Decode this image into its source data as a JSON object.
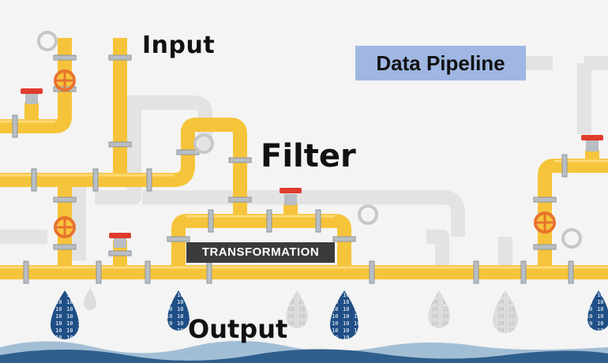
{
  "labels": {
    "title": "Data Pipeline",
    "input": "Input",
    "filter": "Filter",
    "transformation": "TRANSFORMATION",
    "output": "Output"
  },
  "colors": {
    "pipe": "#f6c43a",
    "pipe_shade": "#d99f1f",
    "ghost_pipe": "#e2e2e2",
    "flange": "#b8bec4",
    "valve": "#e8732c",
    "drop": "#1f4f86",
    "water": "#2f5f8c",
    "title_bg": "#9fb7e2"
  },
  "drop_text": "1010"
}
